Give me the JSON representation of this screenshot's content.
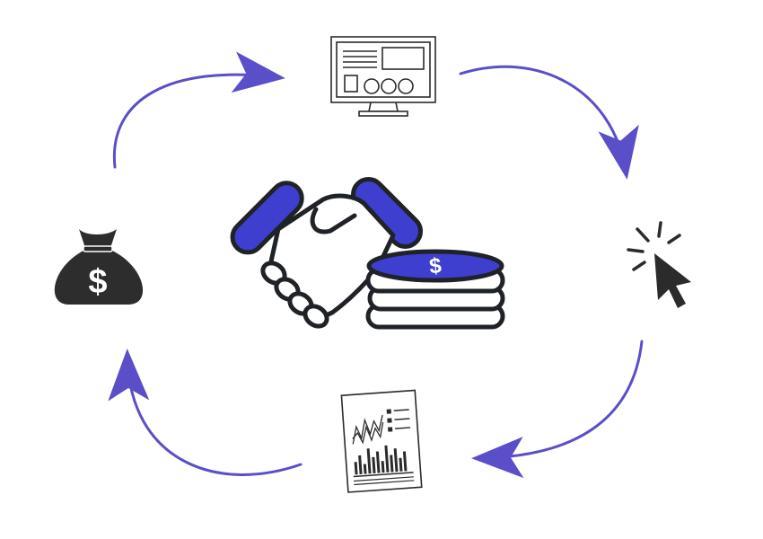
{
  "diagram": {
    "center": {
      "icon": "handshake-coins-icon",
      "symbol": "$"
    },
    "nodes": [
      {
        "id": "website",
        "icon": "monitor-website-icon"
      },
      {
        "id": "click",
        "icon": "mouse-click-icon"
      },
      {
        "id": "analytics",
        "icon": "report-chart-icon"
      },
      {
        "id": "revenue",
        "icon": "money-bag-icon",
        "symbol": "$"
      }
    ],
    "cycle": [
      "website",
      "click",
      "analytics",
      "revenue"
    ]
  },
  "colors": {
    "arrow": "#5a4fc8",
    "accent": "#3f3fcf",
    "outline": "#1f2328",
    "ink": "#2b2b2b",
    "paper": "#ffffff",
    "bag": "#2d2d2d"
  }
}
